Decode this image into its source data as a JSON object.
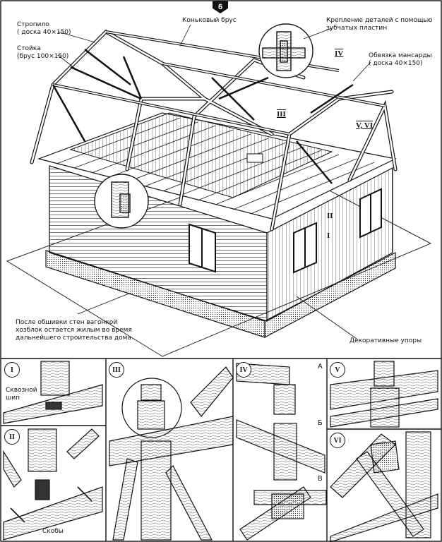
{
  "figure_number": "6",
  "callouts": {
    "rafter": "Стропило\n( доска 40×150)",
    "post": "Стойка\n(брус 100×150)",
    "ridge": "Коньковый брус",
    "fastening": "Крепление деталей с помощью\nзубчатых пластин",
    "attic_binding": "Обвязка мансарды\n( доска 40×150)",
    "utility_note": "После обшивки стен вагонкой\nхозблок остается жилым во время\nдальнейшего строительства дома",
    "decor_supports": "Декоративные упоры"
  },
  "markers": {
    "m4": "IV",
    "m3": "III",
    "m56": "V, VI",
    "m2": "II",
    "m1": "I"
  },
  "panels": [
    {
      "num": "I",
      "caption": "Сквозной\nшип"
    },
    {
      "num": "II",
      "caption": "Скобы"
    },
    {
      "num": "III",
      "caption": ""
    },
    {
      "num": "IV",
      "caption": ""
    },
    {
      "num": "V",
      "caption": ""
    },
    {
      "num": "VI",
      "caption": ""
    }
  ],
  "panel_letters": {
    "a": "А",
    "b": "Б",
    "v": "В"
  }
}
